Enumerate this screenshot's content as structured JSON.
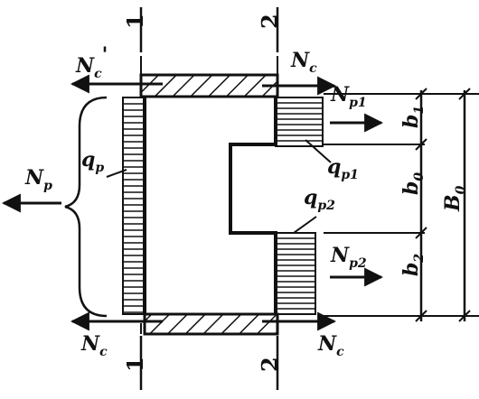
{
  "diagram": {
    "forces": {
      "n_c_prime_top": {
        "main": "N",
        "sub": "c",
        "prime": "'"
      },
      "n_c_top": {
        "main": "N",
        "sub": "c"
      },
      "n_c_bottom_left": {
        "main": "N",
        "sub": "c"
      },
      "n_c_bottom_right": {
        "main": "N",
        "sub": "c"
      },
      "n_p": {
        "main": "N",
        "sub": "p"
      },
      "n_p1": {
        "main": "N",
        "sub": "p1"
      },
      "n_p2": {
        "main": "N",
        "sub": "p2"
      }
    },
    "loads": {
      "q_p": {
        "main": "q",
        "sub": "p"
      },
      "q_p1": {
        "main": "q",
        "sub": "p1"
      },
      "q_p2": {
        "main": "q",
        "sub": "p2"
      }
    },
    "dimensions": {
      "b1": {
        "main": "b",
        "sub": "1"
      },
      "b0": {
        "main": "b",
        "sub": "0"
      },
      "b2": {
        "main": "b",
        "sub": "2"
      },
      "B0": {
        "main": "B",
        "sub": "0"
      }
    },
    "sections": {
      "s1_top": "1",
      "s2_top": "2",
      "s1_bottom": "1",
      "s2_bottom": "2"
    }
  }
}
